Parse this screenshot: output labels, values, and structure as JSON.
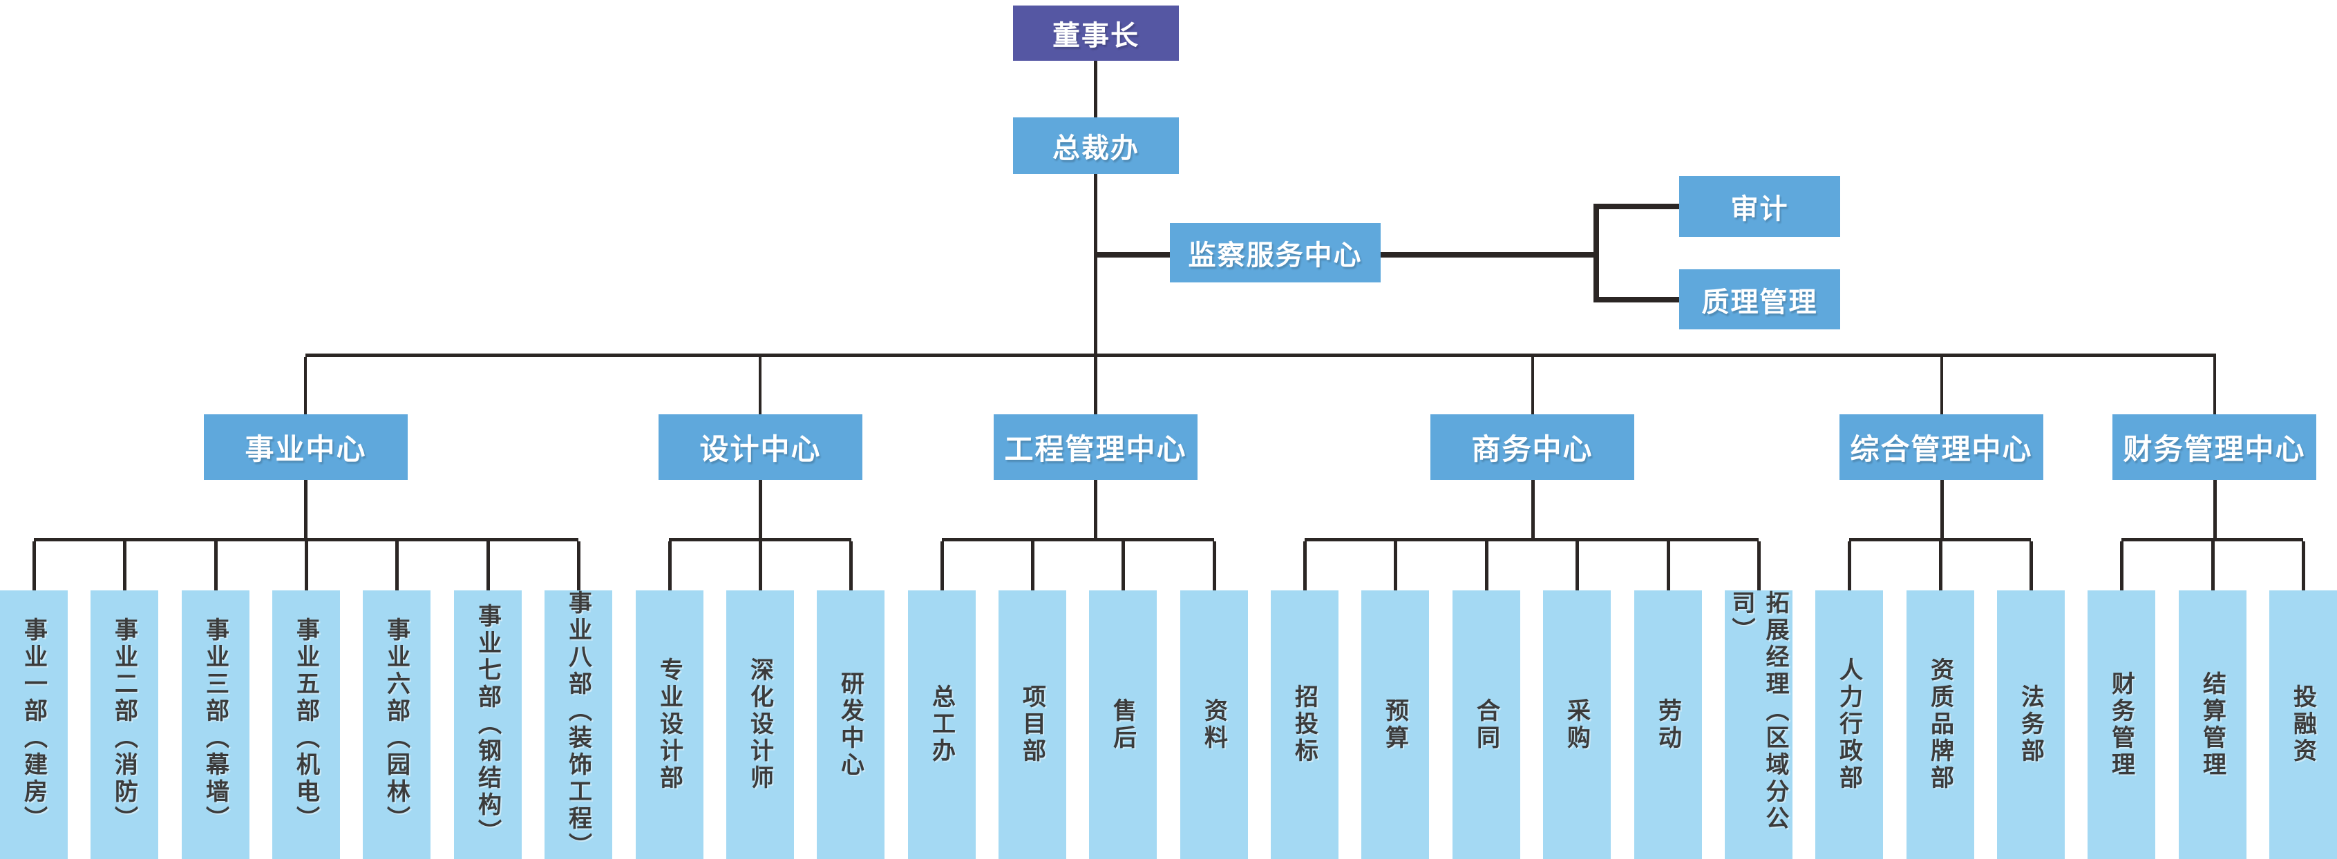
{
  "org_chart": {
    "chairman": "董事长",
    "president_office": "总裁办",
    "supervision_center": "监察服务中心",
    "supervision_children": [
      {
        "label": "审计"
      },
      {
        "label": "质理管理"
      }
    ],
    "centers": [
      {
        "label": "事业中心",
        "departments": [
          "事业一部（建房）",
          "事业二部（消防）",
          "事业三部（幕墙）",
          "事业五部（机电）",
          "事业六部（园林）",
          "事业七部（钢结构）",
          "事业八部（装饰工程）"
        ]
      },
      {
        "label": "设计中心",
        "departments": [
          "专业设计部",
          "深化设计师",
          "研发中心"
        ]
      },
      {
        "label": "工程管理中心",
        "departments": [
          "总工办",
          "项目部",
          "售后",
          "资料"
        ]
      },
      {
        "label": "商务中心",
        "departments": [
          "招投标",
          "预算",
          "合同",
          "采购",
          "劳动",
          "拓展经理（区域分公司）"
        ]
      },
      {
        "label": "综合管理中心",
        "departments": [
          "人力行政部",
          "资质品牌部",
          "法务部"
        ]
      },
      {
        "label": "财务管理中心",
        "departments": [
          "财务管理",
          "结算管理",
          "投融资"
        ]
      }
    ]
  },
  "colors": {
    "chairman_box": "#5557a3",
    "branch_box": "#5fa8dc",
    "leaf_box": "#a4d9f3",
    "line": "#2b2624",
    "box_text": "#ffffff",
    "leaf_text": "#3b3b3b",
    "background": "#ffffff"
  }
}
